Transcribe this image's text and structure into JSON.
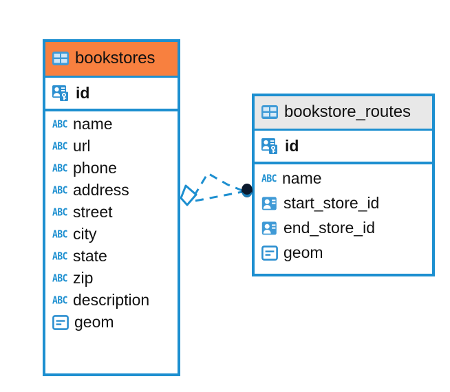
{
  "diagram": {
    "type": "entity-relationship-diagram",
    "background_color": "#ffffff",
    "accent_color": "#1d8fd0",
    "highlight_color": "#f8803f",
    "neutral_header_color": "#e8e8e8"
  },
  "entities": [
    {
      "id": "bookstores",
      "name": "bookstores",
      "header_color": "#f8803f",
      "header_icon": "table-icon",
      "selected": true,
      "primary_keys": [
        {
          "name": "id",
          "icon": "primary-key-icon",
          "type": "serial"
        }
      ],
      "fields": [
        {
          "name": "name",
          "icon": "abc-text-icon"
        },
        {
          "name": "url",
          "icon": "abc-text-icon"
        },
        {
          "name": "phone",
          "icon": "abc-text-icon"
        },
        {
          "name": "address",
          "icon": "abc-text-icon"
        },
        {
          "name": "street",
          "icon": "abc-text-icon"
        },
        {
          "name": "city",
          "icon": "abc-text-icon"
        },
        {
          "name": "state",
          "icon": "abc-text-icon"
        },
        {
          "name": "zip",
          "icon": "abc-text-icon"
        },
        {
          "name": "description",
          "icon": "abc-text-icon"
        },
        {
          "name": "geom",
          "icon": "geometry-icon"
        }
      ]
    },
    {
      "id": "bookstore_routes",
      "name": "bookstore_routes",
      "header_color": "#e8e8e8",
      "header_icon": "table-icon",
      "selected": false,
      "primary_keys": [
        {
          "name": "id",
          "icon": "primary-key-icon",
          "type": "serial"
        }
      ],
      "fields": [
        {
          "name": "name",
          "icon": "abc-text-icon"
        },
        {
          "name": "start_store_id",
          "icon": "foreign-key-icon"
        },
        {
          "name": "end_store_id",
          "icon": "foreign-key-icon"
        },
        {
          "name": "geom",
          "icon": "geometry-icon"
        }
      ]
    }
  ],
  "relationships": [
    {
      "from": "bookstores",
      "to": "bookstore_routes",
      "style": "dashed",
      "color": "#1d8fd0",
      "source_marker": "diamond-marker",
      "target_marker": "filled-circle-marker"
    }
  ]
}
